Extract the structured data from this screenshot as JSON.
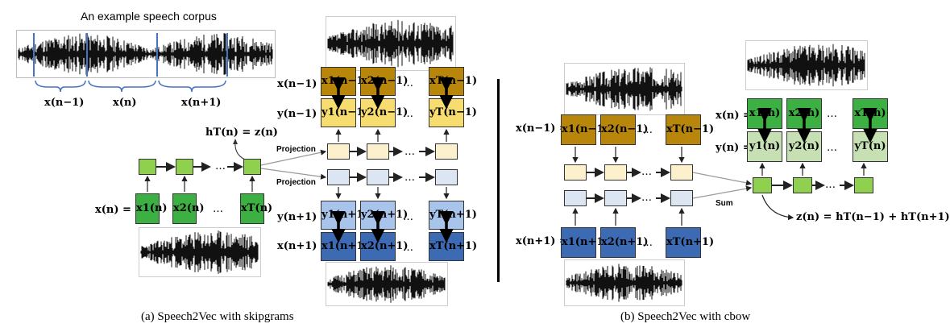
{
  "corpus_title": "An example speech corpus",
  "segment_labels": {
    "prev": "x(n−1)",
    "cur": "x(n)",
    "next": "x(n+1)"
  },
  "skipgram": {
    "hidden_eq": "hT(n) = z(n)",
    "projection_label_top": "Projection",
    "projection_label_bottom": "Projection",
    "input_row_label": "x(n) =",
    "input_cells": [
      "x1(n)",
      "x2(n)",
      "xT(n)"
    ],
    "rows": {
      "x_prev_label": "x(n−1) =",
      "y_prev_label": "y(n−1) =",
      "y_next_label": "y(n+1) =",
      "x_next_label": "x(n+1) =",
      "x_prev_cells": [
        "x1(n−1)",
        "x2(n−1)",
        "xT(n−1)"
      ],
      "y_prev_cells": [
        "y1(n−1)",
        "y2(n−1)",
        "yT(n−1)"
      ],
      "y_next_cells": [
        "y1(n+1)",
        "y2(n+1)",
        "yT(n+1)"
      ],
      "x_next_cells": [
        "x1(n+1)",
        "x2(n+1)",
        "xT(n+1)"
      ]
    },
    "ellipsis": "…"
  },
  "cbow": {
    "x_prev_label": "x(n−1) =",
    "x_prev_cells": [
      "x1(n−1)",
      "x2(n−1)",
      "xT(n−1)"
    ],
    "x_next_label": "x(n+1) =",
    "x_next_cells": [
      "x1(n+1)",
      "x2(n+1)",
      "xT(n+1)"
    ],
    "sum_label": "Sum",
    "out_x_label": "x(n) =",
    "out_y_label": "y(n) =",
    "out_x_cells": [
      "x1(n)",
      "x2(n)",
      "xT(n)"
    ],
    "out_y_cells": [
      "y1(n)",
      "y2(n)",
      "yT(n)"
    ],
    "z_eq": "z(n) = hT(n−1) + hT(n+1)",
    "ellipsis": "…"
  },
  "captions": {
    "a": "(a)  Speech2Vec with skipgrams",
    "b": "(b)  Speech2Vec with cbow"
  },
  "colors": {
    "gold": "#b8860b",
    "light_yellow": "#f7dc6f",
    "cream": "#fdf0cc",
    "green": "#3cb043",
    "light_green": "#8fd14f",
    "pale_green": "#c6e0b4",
    "blue": "#3d6bb3",
    "light_blue": "#a9c4eb",
    "pale_blue": "#dce6f2"
  }
}
